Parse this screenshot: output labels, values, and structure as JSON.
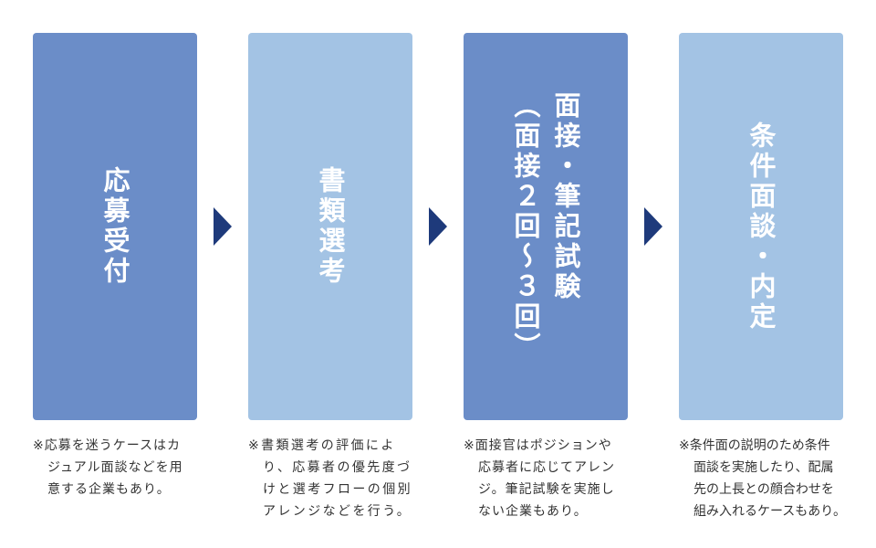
{
  "steps": [
    {
      "label": "応募受付",
      "note": [
        "※応募を迷うケースはカ",
        "ジュアル面談などを用",
        "意する企業もあり。"
      ]
    },
    {
      "label": "書類選考",
      "note": [
        "※書類選考の評価によ",
        "り、応募者の優先度づ",
        "けと選考フローの個別",
        "アレンジなどを行う。"
      ]
    },
    {
      "label": "面接・筆記試験\n（面接２回～３回）",
      "note": [
        "※面接官はポジションや",
        "応募者に応じてアレン",
        "ジ。筆記試験を実施し",
        "ない企業もあり。"
      ]
    },
    {
      "label": "条件面談・内定",
      "note": [
        "※条件面の説明のため条件",
        "面談を実施したり、配属",
        "先の上長との顔合わせを",
        "組み入れるケースもあり。"
      ]
    }
  ],
  "colors": {
    "dark": "#6b8dc8",
    "light": "#a3c3e4",
    "arrow": "#1e3a7b"
  }
}
